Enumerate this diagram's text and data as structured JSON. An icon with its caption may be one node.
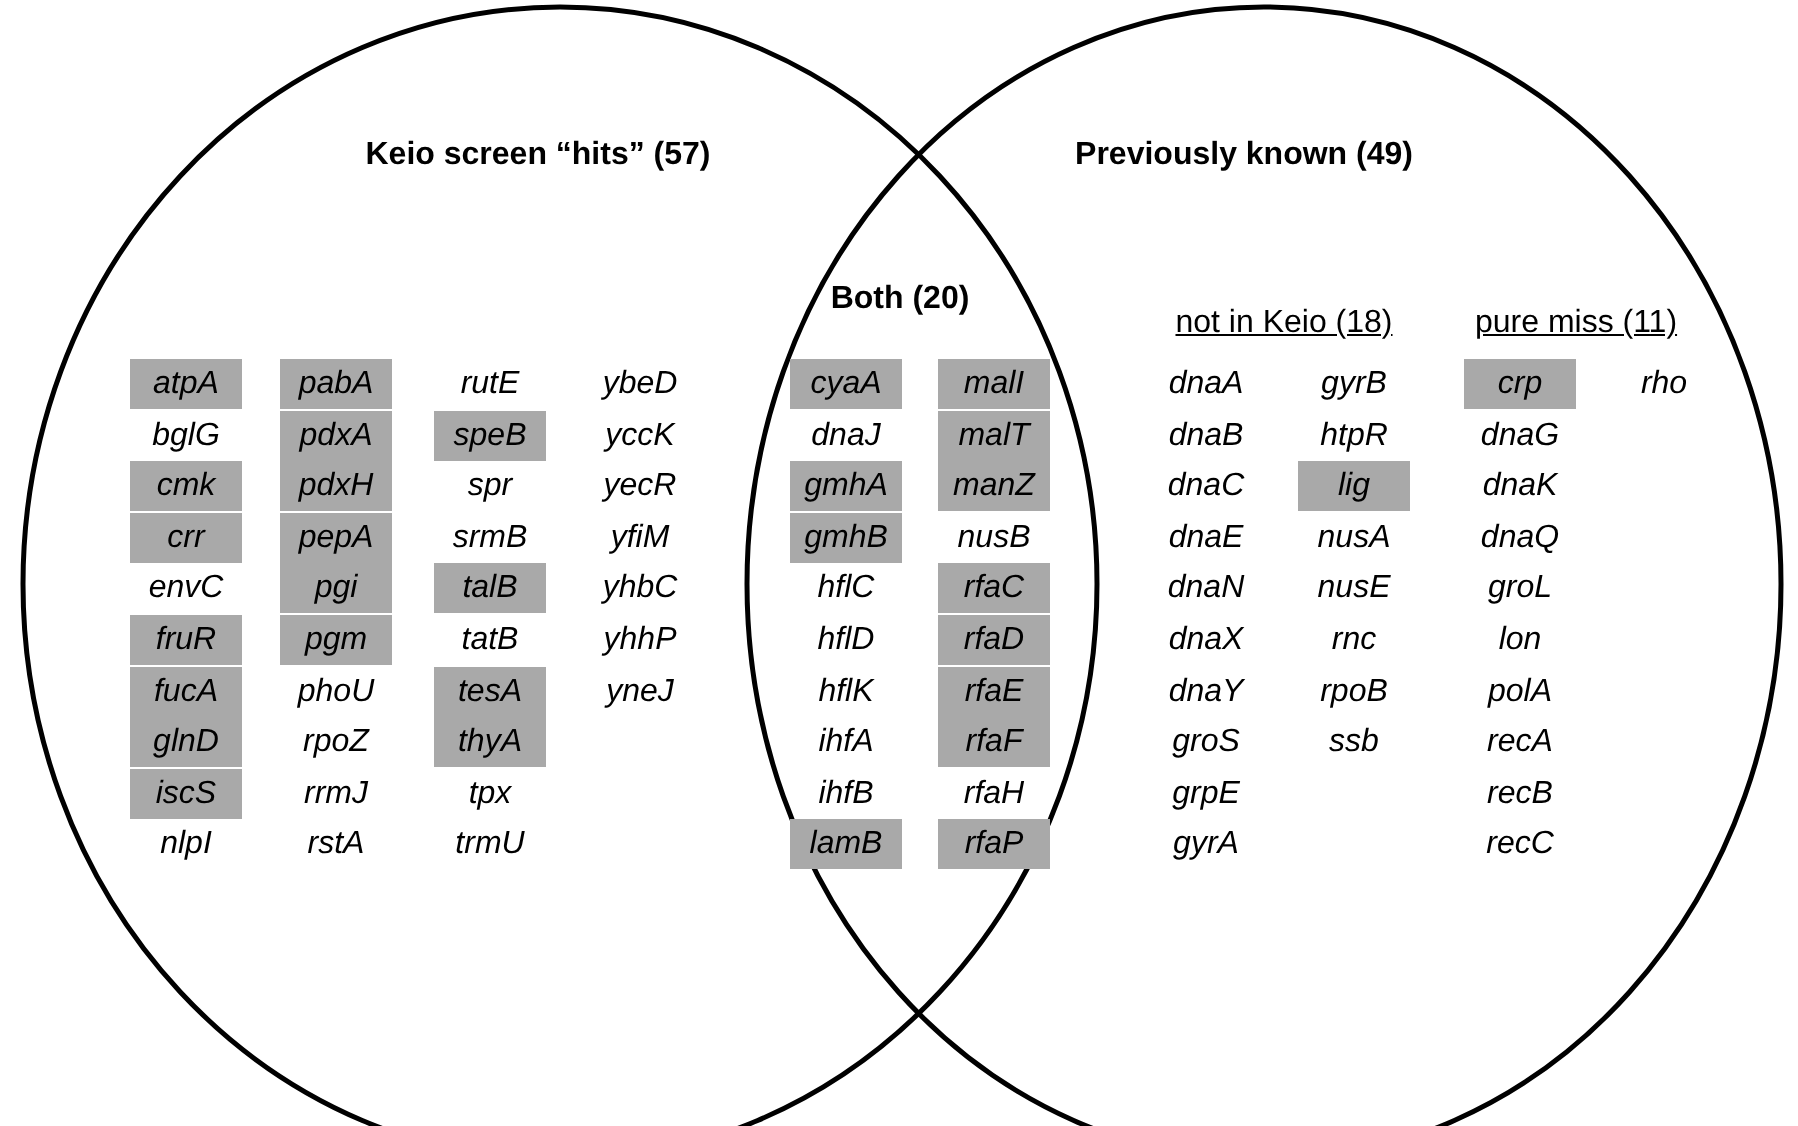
{
  "diagram": {
    "nodes": [
      {
        "text": [
          "Keio screen “hits” (57)"
        ]
      },
      {
        "text": [
          "Previously known (49)"
        ]
      }
    ],
    "edges": [],
    "labels": [
      "Both (20)",
      "not in Keio (18)",
      "pure miss (11)",
      "atpA",
      "bglG",
      "cmk",
      "crr",
      "envC",
      "fruR",
      "fucA",
      "glnD",
      "iscS",
      "nlpI",
      "pabA",
      "pdxA",
      "pdxH",
      "pepA",
      "pgi",
      "pgm",
      "phoU",
      "rpoZ",
      "rrmJ",
      "rstA",
      "rutE",
      "speB",
      "spr",
      "srmB",
      "talB",
      "tatB",
      "tesA",
      "thyA",
      "tpx",
      "trmU",
      "ybeD",
      "yccK",
      "yecR",
      "yfiM",
      "yhbC",
      "yhhP",
      "yneJ",
      "cyaA",
      "dnaJ",
      "gmhA",
      "gmhB",
      "hflC",
      "hflD",
      "hflK",
      "ihfA",
      "ihfB",
      "lamB",
      "malI",
      "malT",
      "manZ",
      "nusB",
      "rfaC",
      "rfaD",
      "rfaE",
      "rfaF",
      "rfaH",
      "rfaP",
      "dnaA",
      "dnaB",
      "dnaC",
      "dnaE",
      "dnaN",
      "dnaX",
      "dnaY",
      "groS",
      "grpE",
      "gyrA",
      "gyrB",
      "htpR",
      "lig",
      "nusA",
      "nusE",
      "rnc",
      "rpoB",
      "ssb",
      "crp",
      "dnaG",
      "dnaK",
      "dnaQ",
      "groL",
      "lon",
      "polA",
      "recA",
      "recB",
      "recC",
      "rho"
    ]
  }
}
